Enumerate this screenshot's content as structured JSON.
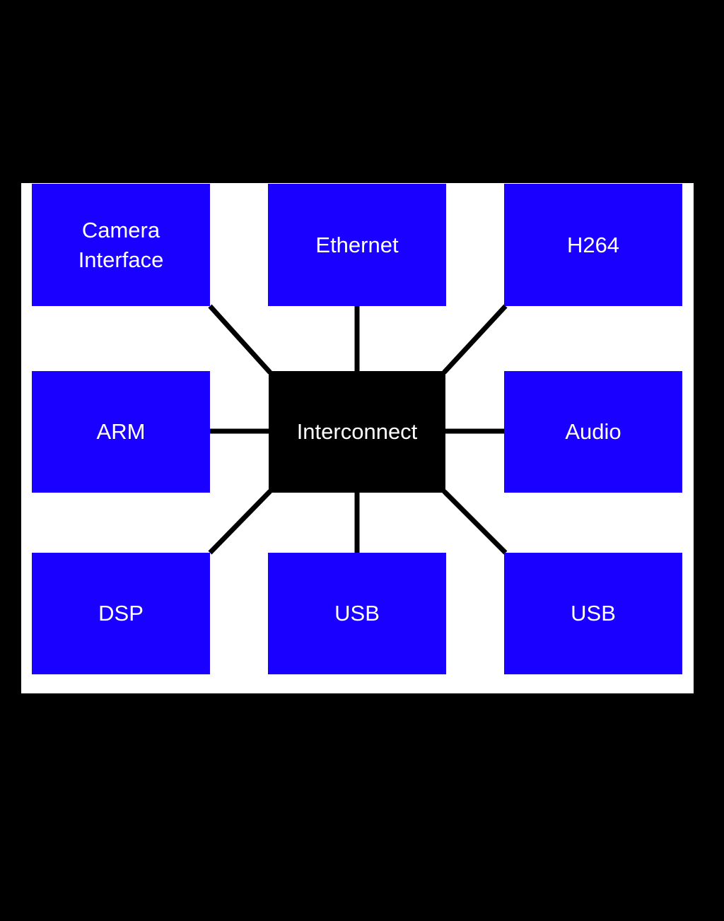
{
  "colors": {
    "background": "#000000",
    "panel": "#ffffff",
    "block_fill": "#1a00ff",
    "hub_fill": "#000000",
    "text": "#ffffff",
    "connector": "#000000"
  },
  "blocks": {
    "camera_interface": "Camera Interface",
    "ethernet": "Ethernet",
    "h264": "H264",
    "arm": "ARM",
    "interconnect": "Interconnect",
    "audio": "Audio",
    "dsp": "DSP",
    "usb_center": "USB",
    "usb_right": "USB"
  }
}
